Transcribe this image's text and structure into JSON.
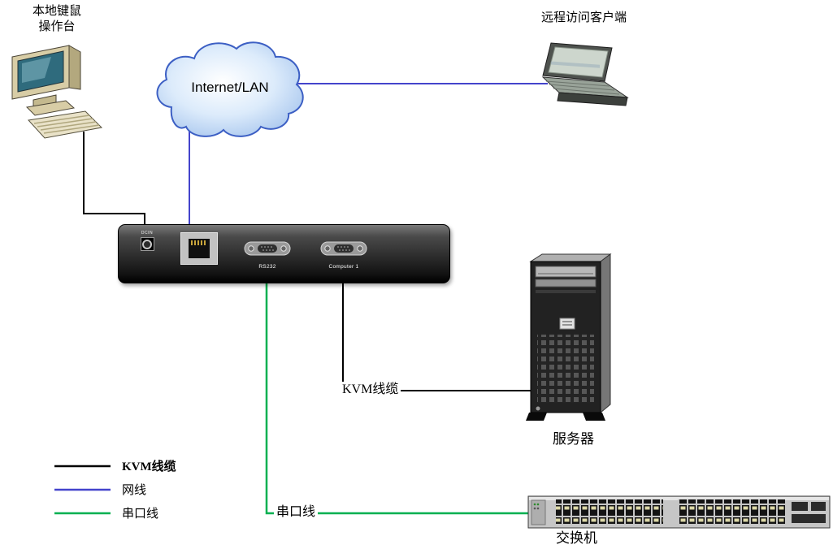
{
  "labels": {
    "local_console": "本地键鼠\n操作台",
    "internet_cloud": "Internet/LAN",
    "remote_client": "远程访问客户端",
    "server": "服务器",
    "switch": "交换机",
    "kvm_cable_inline": "KVM线缆",
    "serial_inline": "串口线"
  },
  "kvm_device": {
    "power_port": "DCIN",
    "rs232_port": "RS232",
    "computer_port": "Computer 1"
  },
  "legend": {
    "items": [
      {
        "label": "KVM线缆",
        "color": "#000000"
      },
      {
        "label": "网线",
        "color": "#4444cc"
      },
      {
        "label": "串口线",
        "color": "#00b050"
      }
    ]
  },
  "colors": {
    "kvm_cable": "#000000",
    "network_cable": "#4444cc",
    "serial_cable": "#00b050"
  }
}
